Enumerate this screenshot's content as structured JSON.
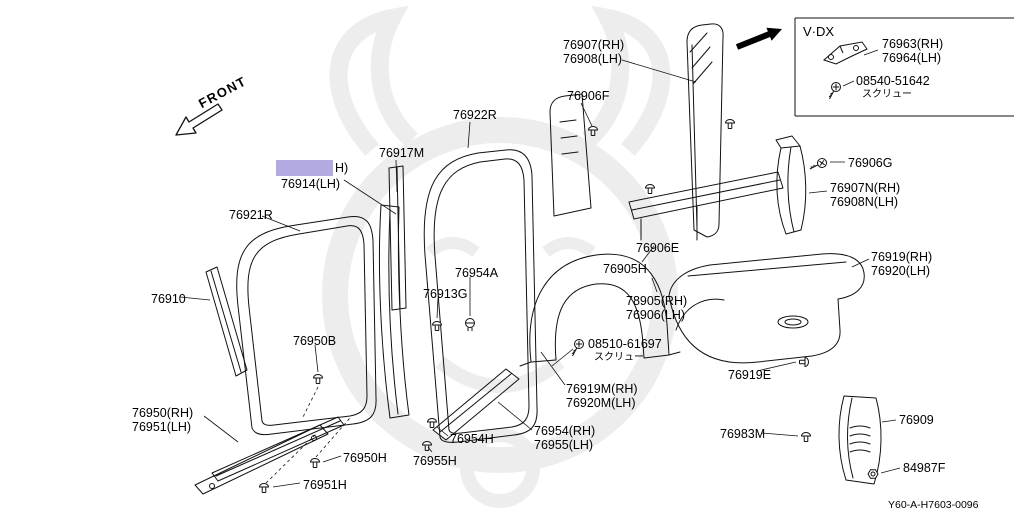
{
  "diagram": {
    "front_label": "FRONT",
    "footer_code": "Y60-A-H7603-0096",
    "highlight": {
      "color": "#b2aae0",
      "visible_text": "H)"
    },
    "screw_callout": {
      "part": "08510-61697",
      "caption": "スクリュー"
    },
    "inset": {
      "title": "V·DX",
      "part_rh": "76963(RH)",
      "part_lh": "76964(LH)",
      "screw_part": "08540-51642",
      "screw_caption": "スクリュー"
    },
    "parts": {
      "p76907": "76907(RH)",
      "p76908": "76908(LH)",
      "p76906F": "76906F",
      "p76922R": "76922R",
      "p76917M": "76917M",
      "p76914": "76914(LH)",
      "p76921R": "76921R",
      "p76910": "76910",
      "p76954A": "76954A",
      "p76913G": "76913G",
      "p76950B": "76950B",
      "p76906E": "76906E",
      "p76905H": "76905H",
      "p78905": "78905(RH)",
      "p76906": "76906(LH)",
      "p76919": "76919(RH)",
      "p76920": "76920(LH)",
      "p76906G": "76906G",
      "p76907N": "76907N(RH)",
      "p76908N": "76908N(LH)",
      "p76919E": "76919E",
      "p76919M": "76919M(RH)",
      "p76920M": "76920M(LH)",
      "p76950": "76950(RH)",
      "p76951": "76951(LH)",
      "p76950H": "76950H",
      "p76951H": "76951H",
      "p76954H": "76954H",
      "p76955H": "76955H",
      "p76954": "76954(RH)",
      "p76955": "76955(LH)",
      "p76983M": "76983M",
      "p76909": "76909",
      "p84987F": "84987F"
    }
  }
}
